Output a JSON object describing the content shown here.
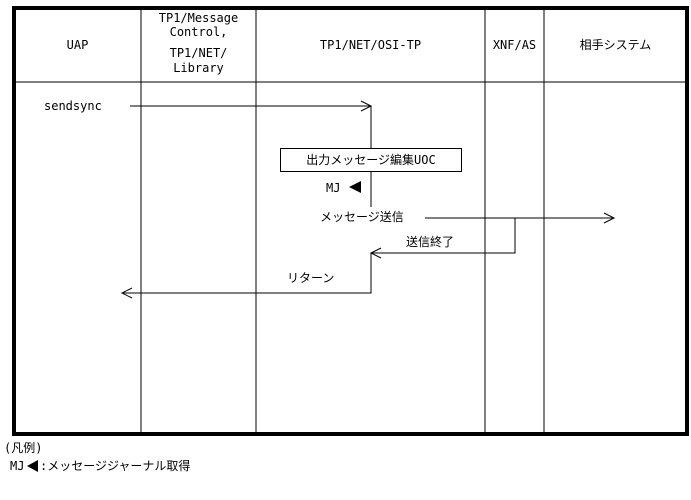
{
  "header": {
    "col_uap": "UAP",
    "col_tp1_line1": "TP1/Message",
    "col_tp1_line2": "Control,",
    "col_tp1_line3": "TP1/NET/",
    "col_tp1_line4": "Library",
    "col_osi": "TP1/NET/OSI-TP",
    "col_xnf": "XNF/AS",
    "col_remote": "相手システム"
  },
  "flow": {
    "sendsync": "sendsync",
    "uoc_box": "出力メッセージ編集UOC",
    "mj": "MJ",
    "message_send": "メッセージ送信",
    "send_complete": "送信終了",
    "return": "リターン"
  },
  "legend": {
    "title": "(凡例)",
    "mj_prefix": "MJ",
    "mj_desc": ":メッセージジャーナル取得"
  }
}
